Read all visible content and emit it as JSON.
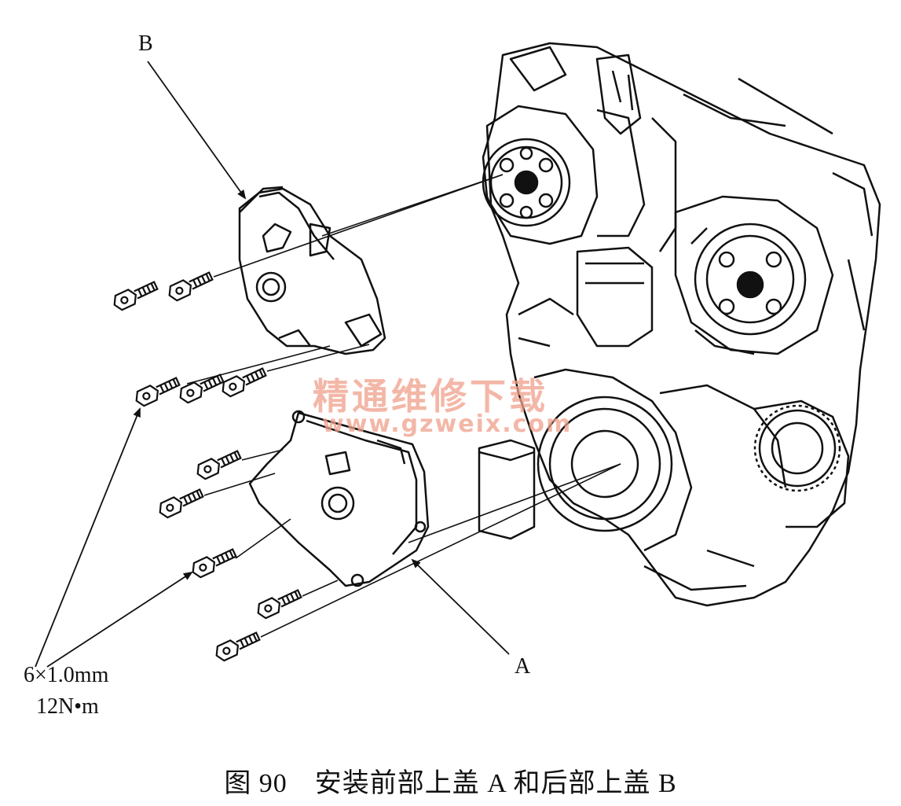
{
  "labels": {
    "cover_b": "B",
    "cover_a": "A",
    "bolt_size": "6×1.0mm",
    "bolt_torque": "12N•m"
  },
  "caption": "图 90　安装前部上盖 A 和后部上盖 B",
  "watermark": {
    "text": "精通维修下载",
    "url": "www.gzweix.com"
  },
  "colors": {
    "ink": "#111111",
    "watermark": "#f0a08a",
    "background": "#ffffff"
  }
}
